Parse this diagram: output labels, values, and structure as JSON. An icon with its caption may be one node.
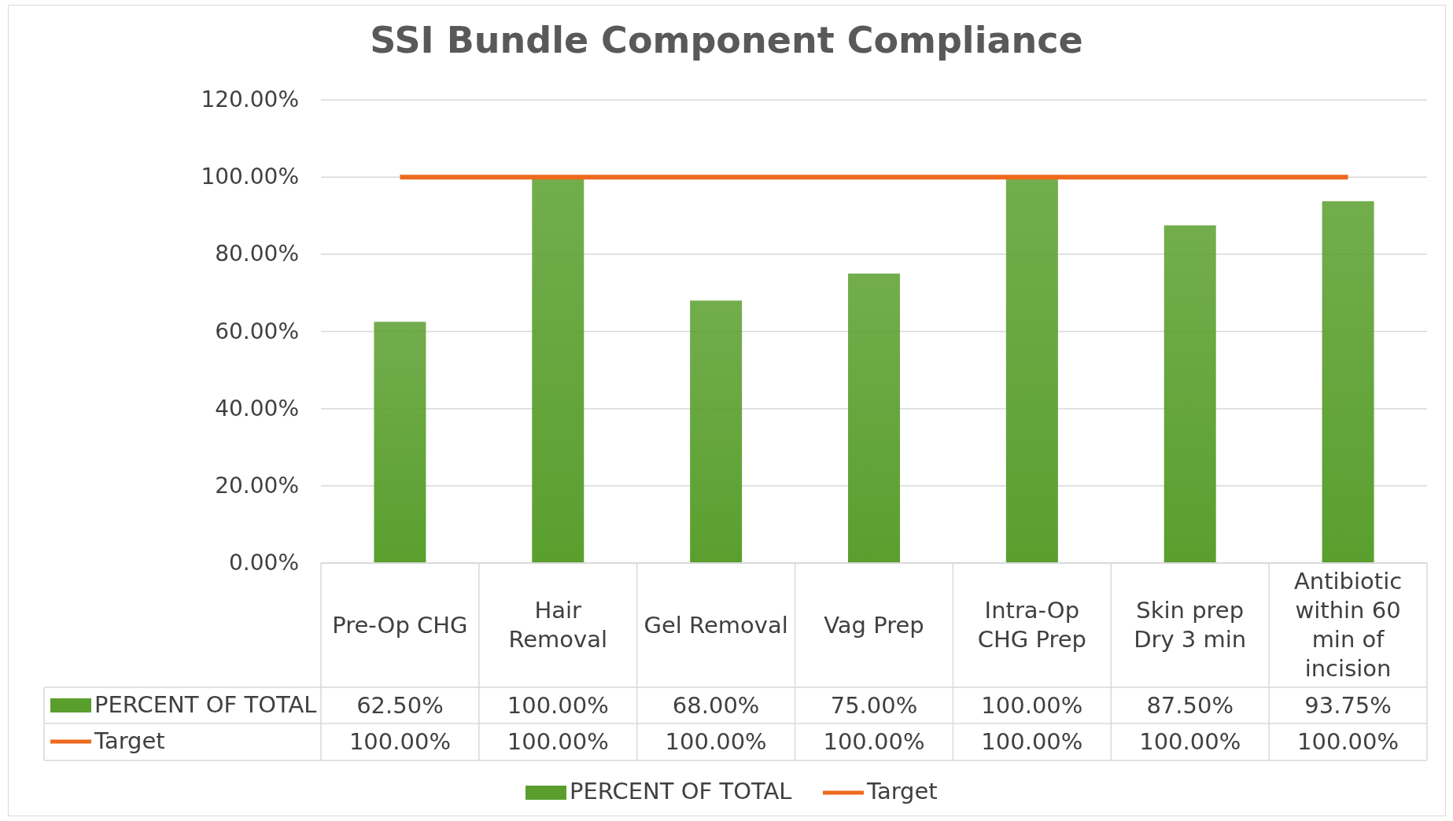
{
  "diagram": {
    "title": "SSI Bundle Component Compliance",
    "chart_data": {
      "type": "bar",
      "categories": [
        "Pre-Op CHG",
        "Hair Removal",
        "Gel Removal",
        "Vag Prep",
        "Intra-Op CHG Prep",
        "Skin prep Dry 3 min",
        "Antibiotic within 60 min of incision"
      ],
      "series": [
        {
          "name": "PERCENT OF TOTAL",
          "color": "#5a9f2e",
          "values": [
            62.5,
            100,
            68,
            75,
            100,
            87.5,
            93.75
          ]
        },
        {
          "name": "Target",
          "type": "line",
          "color": "#ed6a1e",
          "values": [
            100,
            100,
            100,
            100,
            100,
            100,
            100
          ]
        }
      ],
      "ylim": [
        0,
        120
      ],
      "grid": true,
      "legend": "bottom",
      "yticks": [
        {
          "value": 0,
          "label": "0.00%"
        },
        {
          "value": 20,
          "label": "20.00%"
        },
        {
          "value": 40,
          "label": "40.00%"
        },
        {
          "value": 60,
          "label": "60.00%"
        },
        {
          "value": 80,
          "label": "80.00%"
        },
        {
          "value": 100,
          "label": "100.00%"
        },
        {
          "value": 120,
          "label": "120.00%"
        }
      ]
    },
    "labels": [
      "62.50%",
      "100.00%",
      "68.00%",
      "75.00%",
      "100.00%",
      "87.50%",
      "93.75%",
      "100.00%",
      "100.00%",
      "100.00%",
      "100.00%",
      "100.00%",
      "100.00%",
      "100.00%"
    ],
    "legend": [
      {
        "text": "PERCENT OF TOTAL",
        "color": "#5a9f2e"
      },
      {
        "text": "Target"
      }
    ]
  }
}
